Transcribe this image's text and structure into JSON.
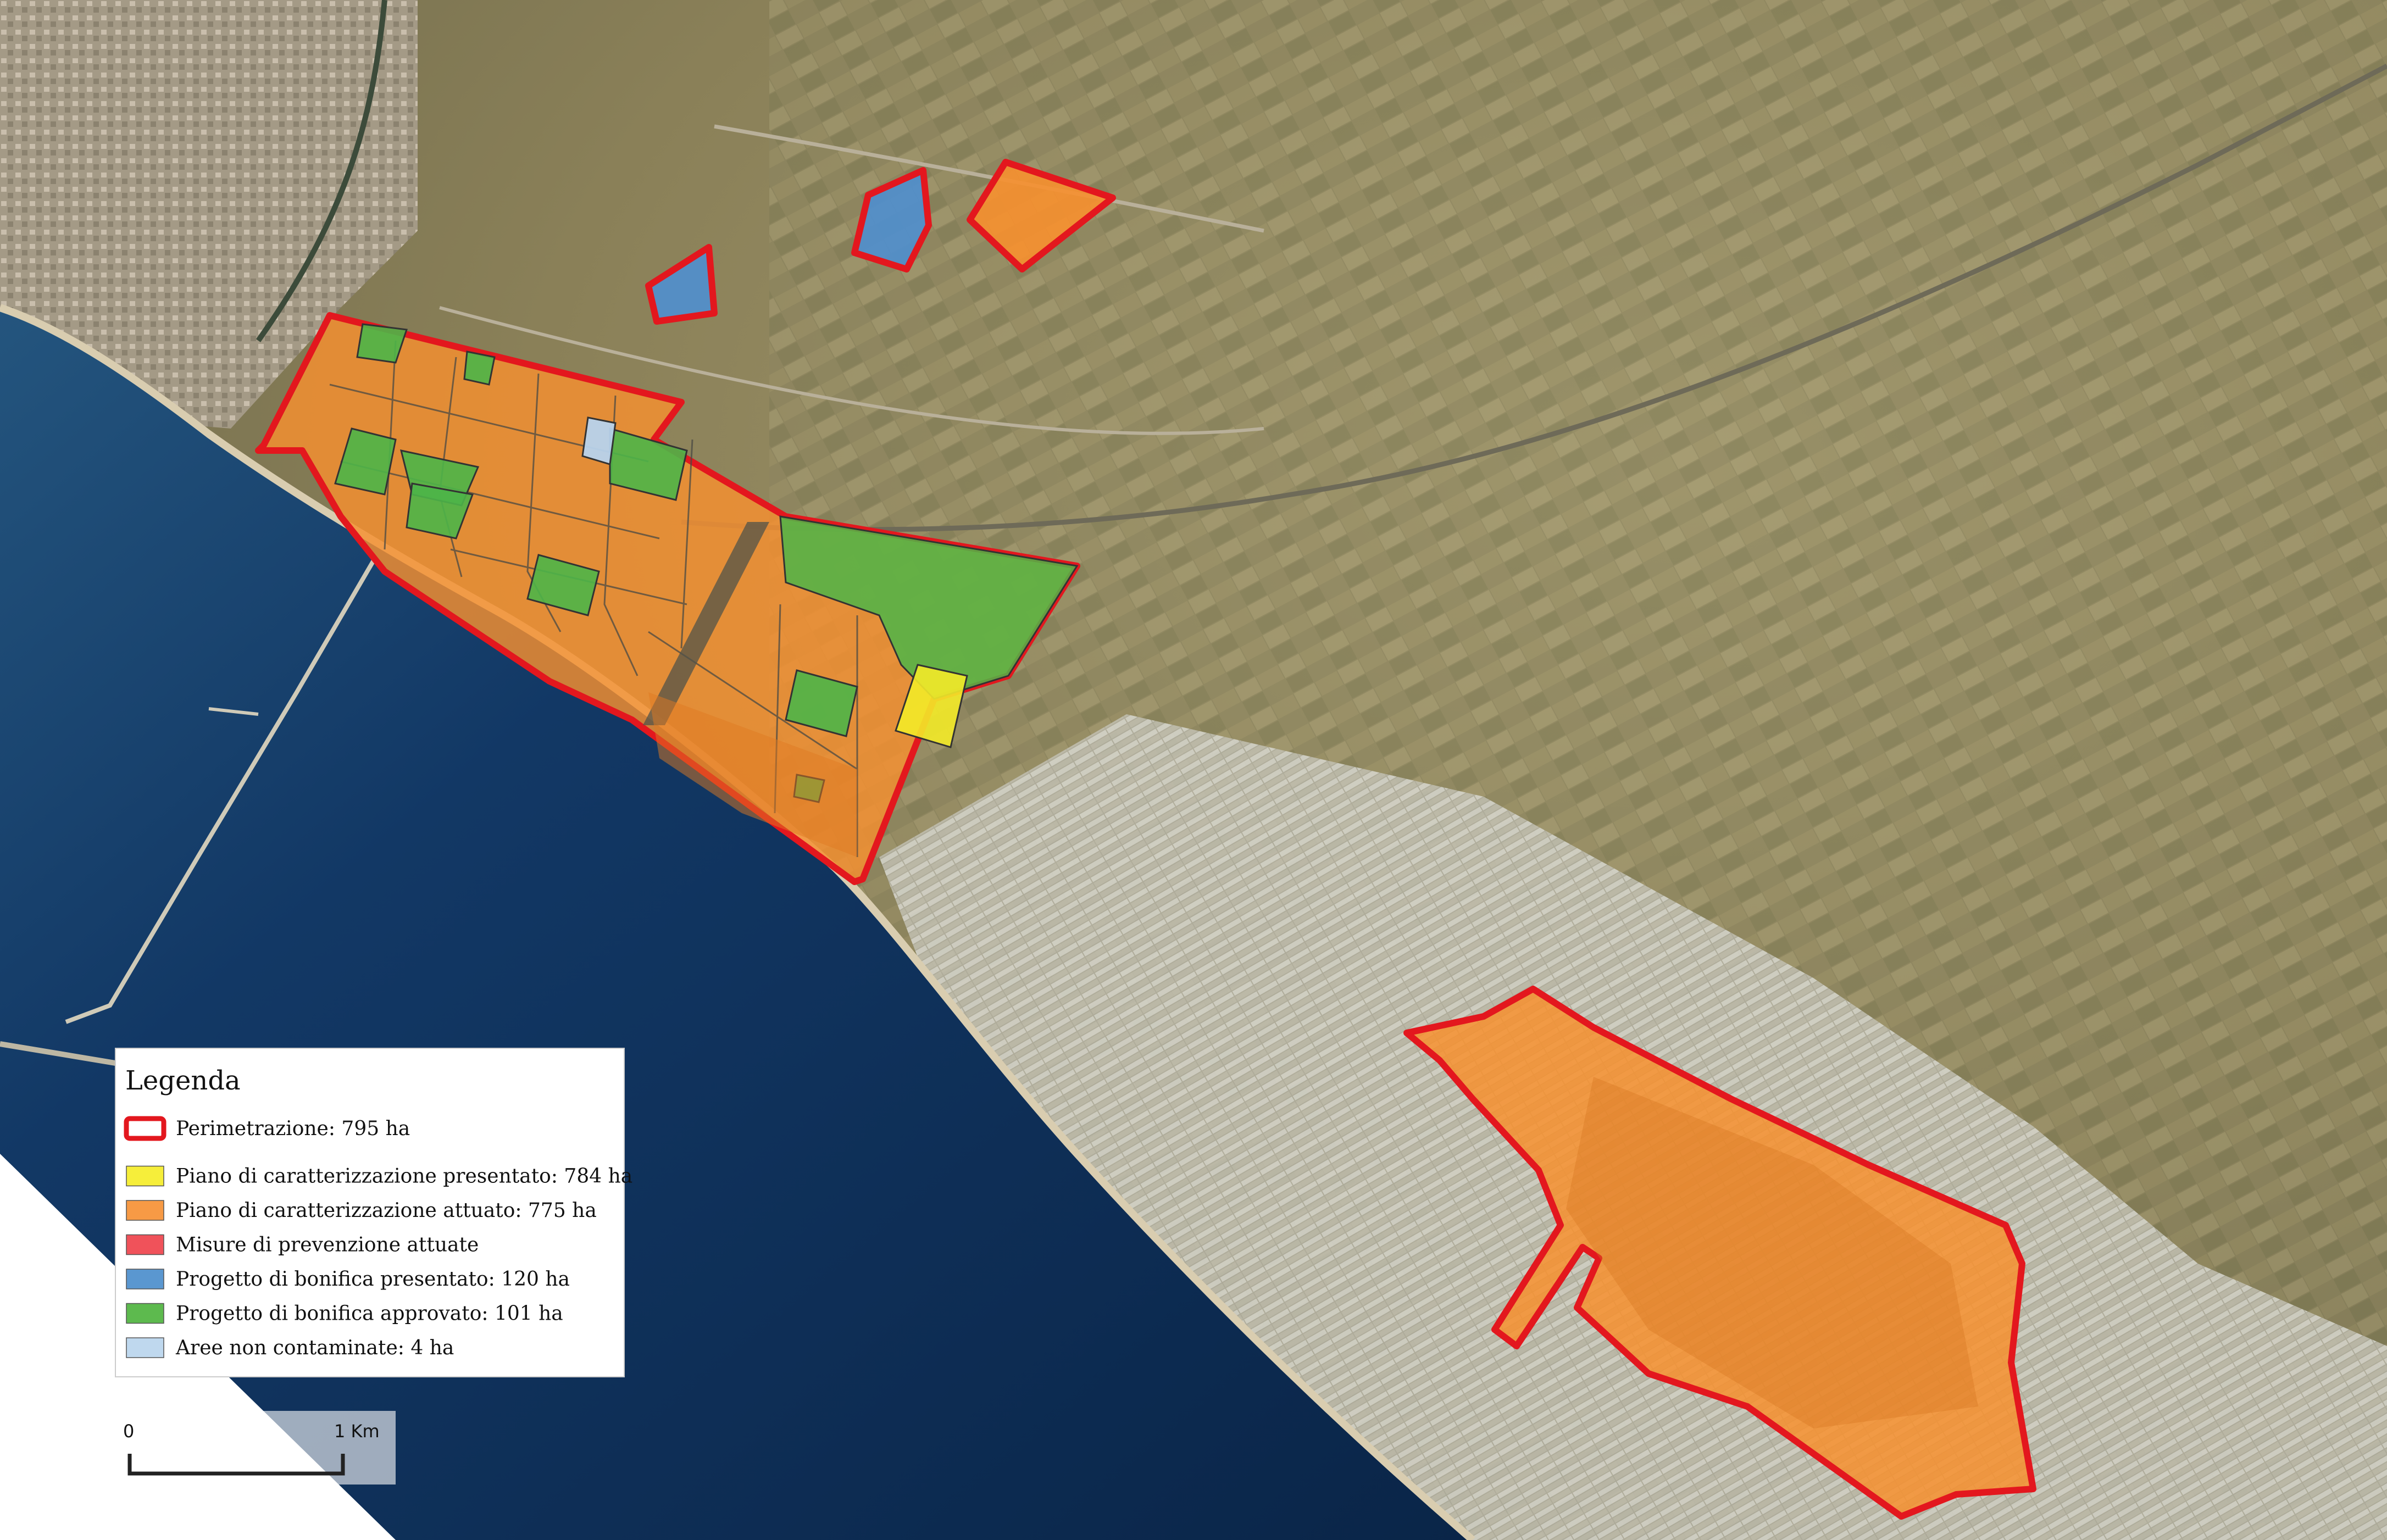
{
  "legend": {
    "title": "Legenda",
    "items": [
      {
        "label": "Perimetrazione: 795 ha",
        "fill": "#ffffff",
        "stroke": "#e3171e",
        "kind": "outline"
      },
      {
        "label": "Piano di caratterizzazione presentato: 784 ha",
        "fill": "#f6ee3a",
        "stroke": "#555555",
        "kind": "fill"
      },
      {
        "label": "Piano di caratterizzazione attuato: 775 ha",
        "fill": "#f79a45",
        "stroke": "#555555",
        "kind": "fill"
      },
      {
        "label": "Misure di prevenzione attuate",
        "fill": "#f0525a",
        "stroke": "#555555",
        "kind": "fill"
      },
      {
        "label": "Progetto di bonifica presentato: 120 ha",
        "fill": "#5a97d0",
        "stroke": "#555555",
        "kind": "fill"
      },
      {
        "label": "Progetto di bonifica approvato: 101 ha",
        "fill": "#5dba4e",
        "stroke": "#555555",
        "kind": "fill"
      },
      {
        "label": "Aree non contaminate: 4 ha",
        "fill": "#bfd8ee",
        "stroke": "#555555",
        "kind": "fill"
      }
    ]
  },
  "scale_bar": {
    "start_label": "0",
    "end_label": "1 Km"
  },
  "colors": {
    "sea_deep": "#0d2b52",
    "sea_shallow": "#2f5f86",
    "land": "#8f8660",
    "perimeter": "#e3171e",
    "char_done": "#f7902f",
    "char_presented": "#f3ea28",
    "remediation_presented": "#4f8fcf",
    "remediation_approved": "#4db548",
    "uncontaminated": "#b7d3ec"
  }
}
